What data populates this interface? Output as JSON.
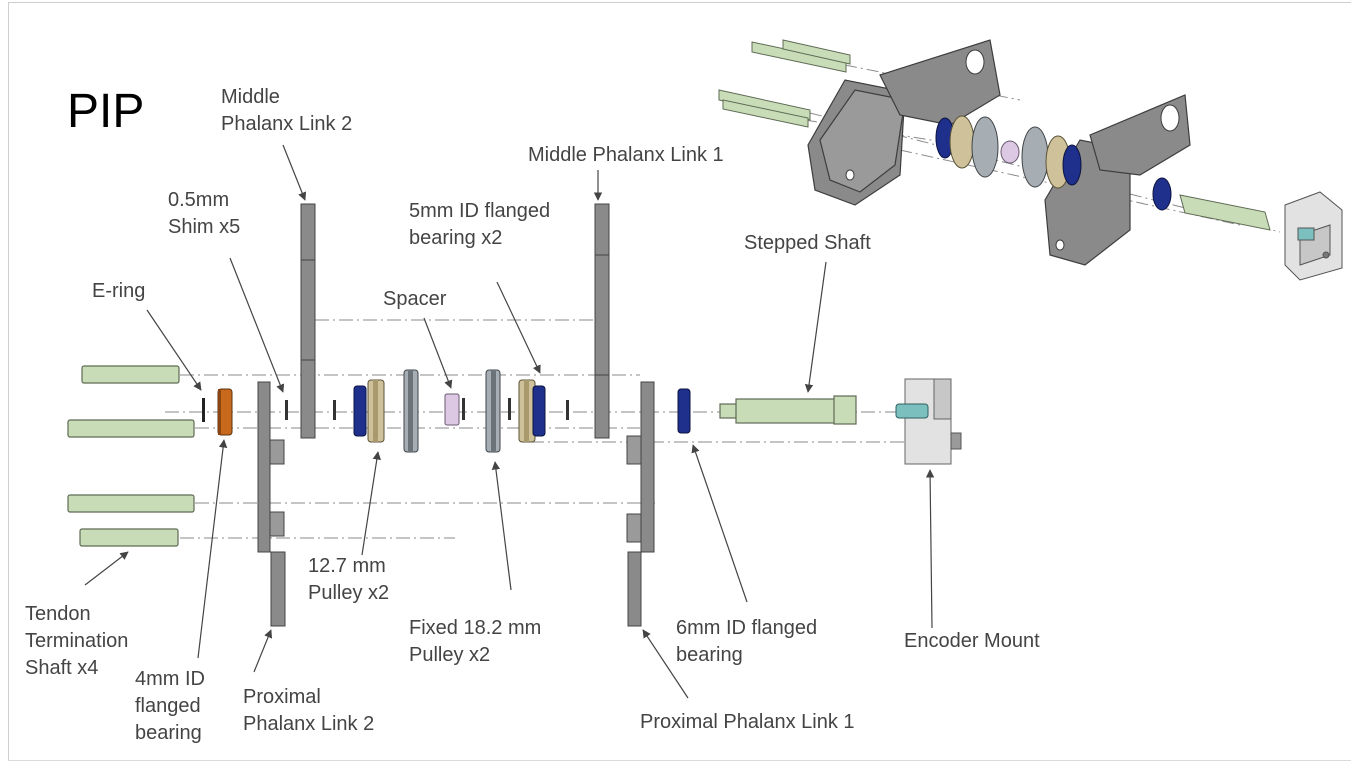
{
  "slide": {
    "title": "PIP"
  },
  "labels": {
    "middle_phalanx_link_2": "Middle\nPhalanx Link 2",
    "shim": "0.5mm\nShim x5",
    "e_ring": "E-ring",
    "spacer": "Spacer",
    "flanged_bearing_5mm": "5mm ID flanged\nbearing x2",
    "middle_phalanx_link_1": "Middle Phalanx Link 1",
    "stepped_shaft": "Stepped Shaft",
    "pulley_12_7": "12.7 mm\nPulley x2",
    "fixed_pulley_18_2": "Fixed 18.2 mm\nPulley x2",
    "flanged_bearing_6mm": "6mm ID flanged\nbearing",
    "encoder_mount": "Encoder Mount",
    "tendon_shaft": "Tendon\nTermination\nShaft x4",
    "flanged_bearing_4mm": "4mm ID\nflanged\nbearing",
    "proximal_phalanx_link_2": "Proximal\nPhalanx Link 2",
    "proximal_phalanx_link_1": "Proximal Phalanx Link 1"
  },
  "colors": {
    "link_gray": "#7a7a7a",
    "shaft_green": "#c9dcb8",
    "bearing_blue": "#1f2f8c",
    "eclip_orange": "#c8691d",
    "pulley_tan": "#cfc29a",
    "spacer_pink": "#ddc8e4",
    "mount_gray": "#e2e2e2"
  }
}
